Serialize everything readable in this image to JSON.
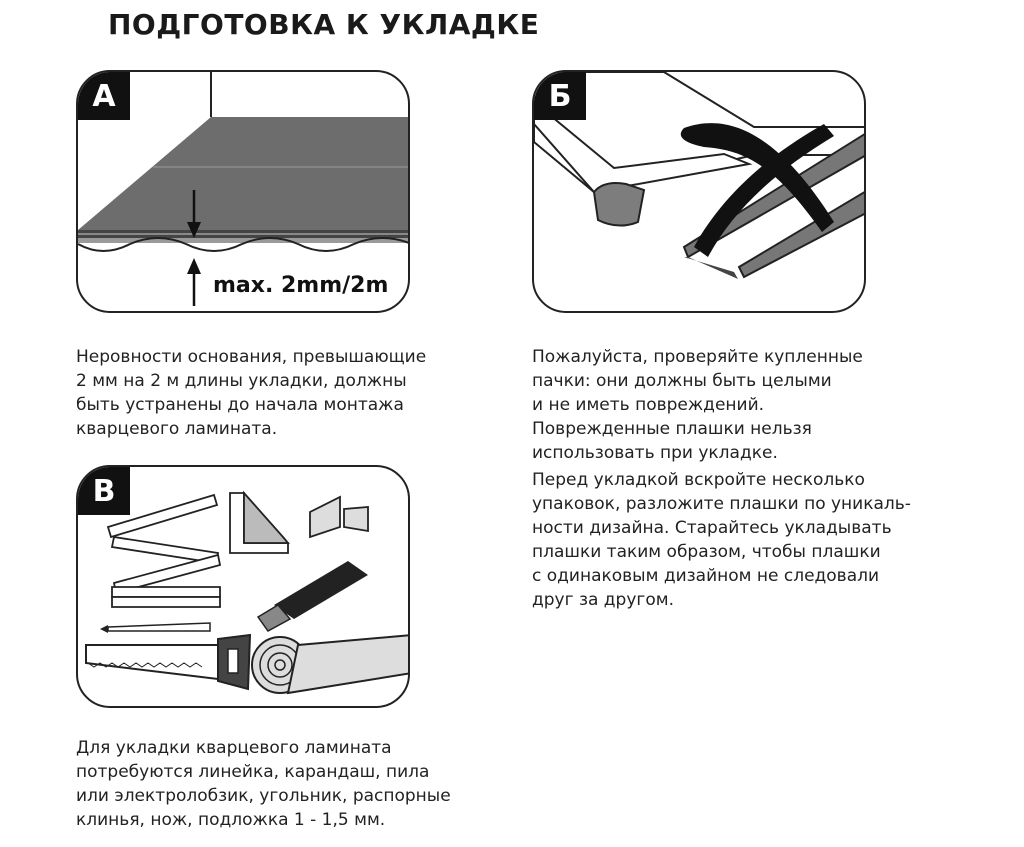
{
  "title": "ПОДГОТОВКА К УКЛАДКЕ",
  "panels": {
    "a": {
      "letter": "A",
      "measure": "max. 2mm/2m"
    },
    "b": {
      "letter": "Б"
    },
    "c": {
      "letter": "B"
    }
  },
  "texts": {
    "a": "Неровности основания, превышающие\n2 мм на 2 м длины укладки, должны\nбыть устранены до начала монтажа\nкварцевого ламината.",
    "b1": "Пожалуйста, проверяйте купленные\nпачки: они должны быть целыми\nи не иметь повреждений.\nПоврежденные плашки нельзя\nиспользовать при укладке.",
    "b2": "Перед укладкой вскройте несколько\nупаковок, разложите плашки по уникаль-\nности дизайна. Старайтесь укладывать\nплашки таким образом, чтобы плашки\nс одинаковым дизайном не следовали\nдруг за другом.",
    "c": "Для укладки кварцевого ламината\nпотребуются линейка, карандаш, пила\nили электролобзик, угольник, распорные\nклинья, нож, подложка 1 - 1,5 мм."
  },
  "icons": [
    "floor-unevenness-diagram",
    "damaged-plank-illustration",
    "cross-mark-icon",
    "folding-ruler-icon",
    "square-ruler-icon",
    "wedge-icon",
    "utility-knife-icon",
    "pencil-icon",
    "hand-saw-icon",
    "underlay-roll-icon"
  ]
}
